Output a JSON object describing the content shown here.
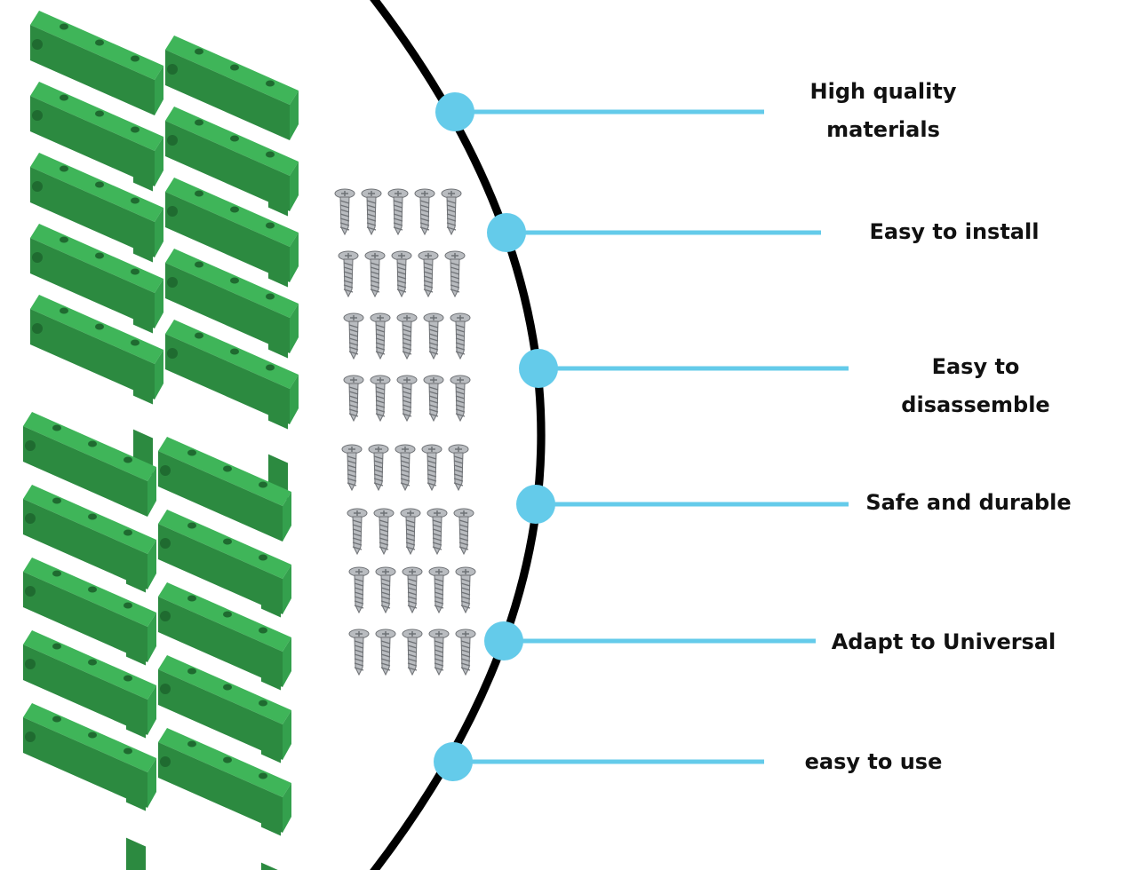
{
  "features": [
    {
      "lines": [
        "High quality",
        "materials"
      ]
    },
    {
      "lines": [
        "Easy to install"
      ]
    },
    {
      "lines": [
        "Easy to",
        "disassemble"
      ]
    },
    {
      "lines": [
        "Safe and durable"
      ]
    },
    {
      "lines": [
        "Adapt to Universal"
      ]
    },
    {
      "lines": [
        "easy to use"
      ]
    }
  ],
  "colors": {
    "arc": "#000000",
    "connector": "#64cbea",
    "clip": "#3fb559",
    "clip_dark": "#2c8a40",
    "clip_hole": "#1f6b30",
    "screw": "#b9bcc0",
    "screw_dark": "#6e7175"
  },
  "product_image": {
    "items": [
      "green-din-rail-clip",
      "stainless-screw"
    ],
    "clip_columns": 2,
    "clips_per_group": 5,
    "clip_groups": 2,
    "screw_rows": 8,
    "screws_per_row": 5
  }
}
